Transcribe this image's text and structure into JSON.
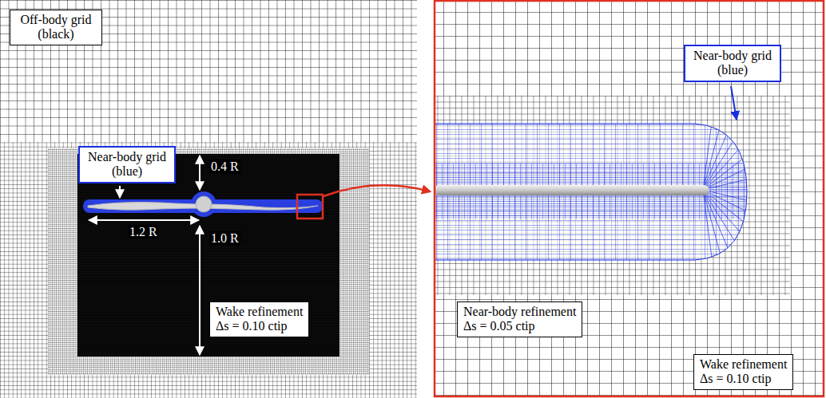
{
  "diagram": {
    "nodes": [
      {
        "text": [
          "Off-body grid (black)"
        ]
      },
      {
        "text": [
          "Near-body grid (blue)"
        ]
      },
      {
        "text": [
          "Wake refinement",
          "Δs = 0.10 ctip"
        ]
      },
      {
        "text": [
          "Near-body grid (blue)"
        ]
      },
      {
        "text": [
          "Near-body refinement",
          "Δs = 0.05 ctip"
        ]
      },
      {
        "text": [
          "Wake refinement",
          "Δs = 0.10 ctip"
        ]
      }
    ],
    "labels": [
      "0.4 R",
      "1.2 R",
      "1.0 R"
    ]
  }
}
